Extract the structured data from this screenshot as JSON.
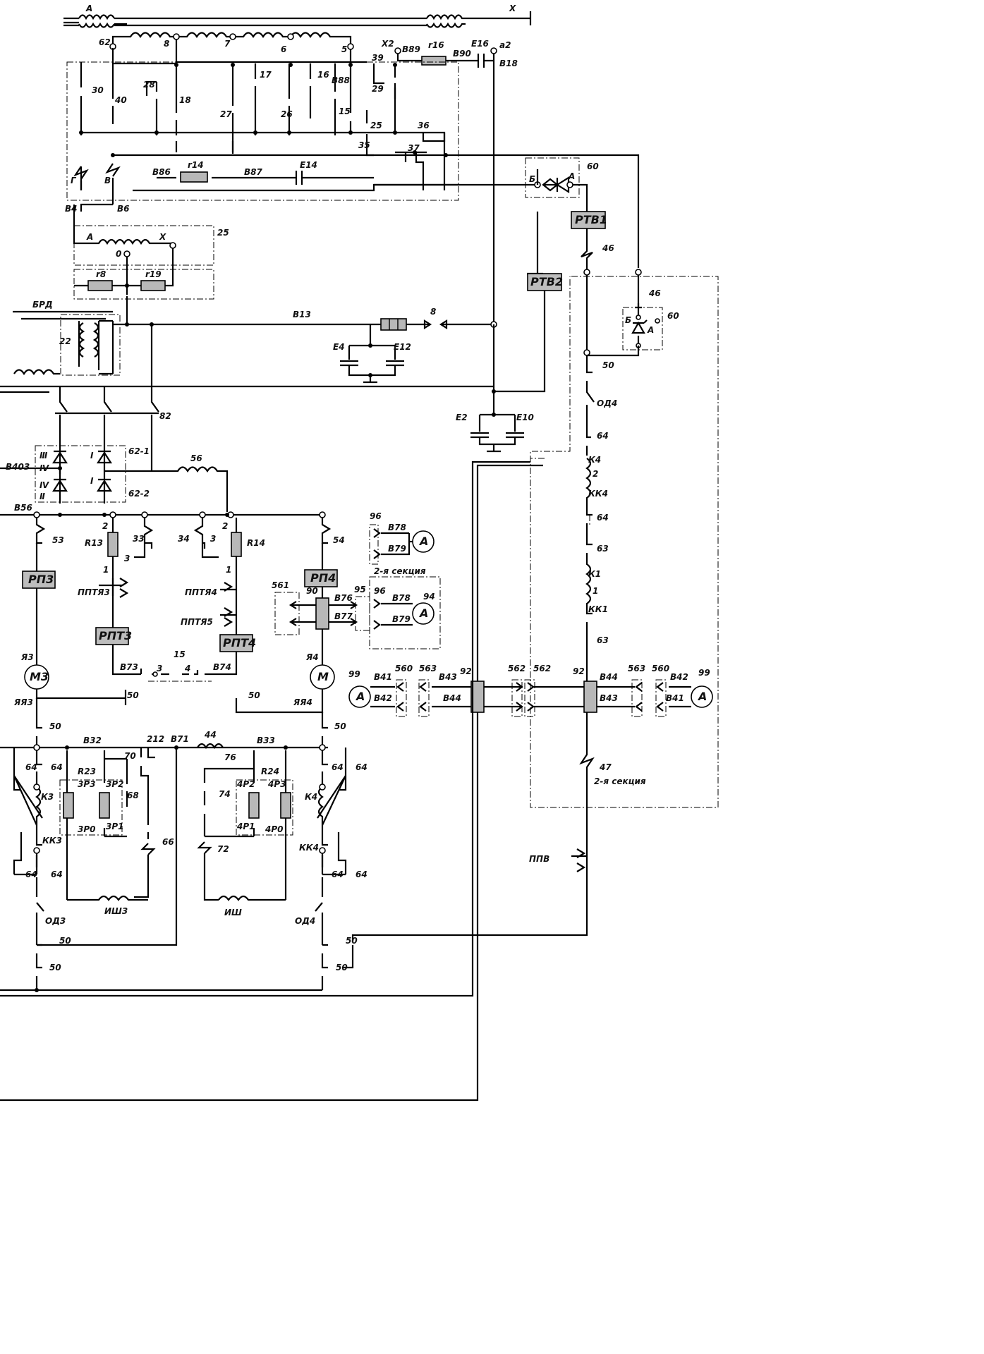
{
  "labels": {
    "A_top": "А",
    "X_top": "Х",
    "n62": "62",
    "n8": "8",
    "n7": "7",
    "n6": "6",
    "n5": "5",
    "X2": "Х2",
    "B89": "В89",
    "r16": "r16",
    "B90": "В90",
    "E16": "Е16",
    "a2": "а2",
    "B18": "В18",
    "n39": "39",
    "B88": "В88",
    "n29": "29",
    "n25": "25",
    "n36": "36",
    "n35": "35",
    "n37": "37",
    "n15": "15",
    "n30": "30",
    "n40": "40",
    "n28": "28",
    "n18": "18",
    "n17": "17",
    "n27": "27",
    "n16": "16",
    "n26": "26",
    "G": "Г",
    "V": "В",
    "B86": "В86",
    "r14": "r14",
    "B87": "В87",
    "E14": "Е14",
    "B4": "В4",
    "B6": "В6",
    "tA": "А",
    "tX": "Х",
    "t0": "0",
    "t25": "25",
    "r8": "r8",
    "r19": "r19",
    "BRD": "БРД",
    "n22": "22",
    "B13": "В13",
    "n8b": "8",
    "E4": "Е4",
    "E12": "Е12",
    "E2": "Е2",
    "E10": "Е10",
    "n82": "82",
    "B403": "В403",
    "d621": "62-1",
    "d622": "62-2",
    "n56": "56",
    "B56": "В56",
    "n53": "53",
    "n2a": "2",
    "n33": "33",
    "n3a": "3",
    "R13": "R13",
    "n1a": "1",
    "n34": "34",
    "n3b": "3",
    "n2b": "2",
    "R14": "R14",
    "n1b": "1",
    "n54": "54",
    "RP3": "РП3",
    "RP4": "РП4",
    "RPT3": "РПТ3",
    "RPT4": "РПТ4",
    "PPT3": "ППТЯ3",
    "PPT4": "ППТЯ4",
    "PPT5": "ППТЯ5",
    "B73": "В73",
    "n3c": "3",
    "n15b": "15",
    "n4": "4",
    "B74": "В74",
    "YA3": "Я3",
    "YA4": "Я4",
    "M3": "М3",
    "M4": "М",
    "YAYA3": "ЯЯ3",
    "YAYA4": "ЯЯ4",
    "n50a": "50",
    "n50b": "50",
    "n96a": "96",
    "B78a": "В78",
    "B79a": "В79",
    "sect2a": "2-я секция",
    "n561": "561",
    "n90": "90",
    "B76": "В76",
    "B77": "В77",
    "n95": "95",
    "n96b": "96",
    "B78b": "В78",
    "B79b": "В79",
    "n94": "94",
    "n99a": "99",
    "B41a": "В41",
    "B42a": "В42",
    "n560a": "560",
    "n563a": "563",
    "B43a": "В43",
    "B44a": "В44",
    "n92a": "92",
    "n562a": "562",
    "n562b": "562",
    "n92b": "92",
    "B44b": "В44",
    "B43b": "В43",
    "n563b": "563",
    "n560b": "560",
    "B42b": "В42",
    "B41b": "В41",
    "n99b": "99",
    "RTV1": "РТВ1",
    "RTV2": "РТВ2",
    "n46a": "46",
    "n46b": "46",
    "n60a": "60",
    "n60b": "60",
    "Bb": "Б",
    "Ab": "А",
    "Bc": "Б",
    "Ac": "А",
    "n50c": "50",
    "OD4r": "ОД4",
    "n64r": "64",
    "K4r": "К4",
    "n2r": "2",
    "KK4r": "КК4",
    "n64r2": "64",
    "n63r": "63",
    "K1r": "К1",
    "n1r": "1",
    "KK1r": "КК1",
    "n63r2": "63",
    "n47": "47",
    "sect2b": "2-я секция",
    "PPV": "ППВ",
    "n50d": "50",
    "n50e": "50",
    "B32": "В32",
    "n212": "212",
    "B71": "В71",
    "n44": "44",
    "B33": "В33",
    "n64a": "64",
    "n64b": "64",
    "n70": "70",
    "R23": "R23",
    "ZP3": "3Р3",
    "ZP2": "3Р2",
    "n68": "68",
    "K3": "К3",
    "KK3": "КК3",
    "ZP0": "3Р0",
    "ZP1": "3Р1",
    "n66": "66",
    "n76": "76",
    "R24": "R24",
    "P2": "4Р2",
    "P3": "4Р3",
    "n74": "74",
    "P1": "4Р1",
    "P0": "4Р0",
    "n72": "72",
    "n64c": "64",
    "n64d": "64",
    "K4": "К4",
    "KK4": "КК4",
    "n64e": "64",
    "n64f": "64",
    "n64g": "64",
    "n64h": "64",
    "ISH3": "ИШ3",
    "ISH": "ИШ",
    "OD3": "ОД3",
    "OD4": "ОД4",
    "n50f": "50",
    "n50g": "50",
    "n50h": "50",
    "n50i": "50",
    "ammeter": "А",
    "rom3": "Ⅲ",
    "rom4": "Ⅳ",
    "rom1": "Ⅰ",
    "rom1b": "Ⅰ",
    "rom4b": "Ⅳ",
    "rom2": "Ⅱ"
  }
}
